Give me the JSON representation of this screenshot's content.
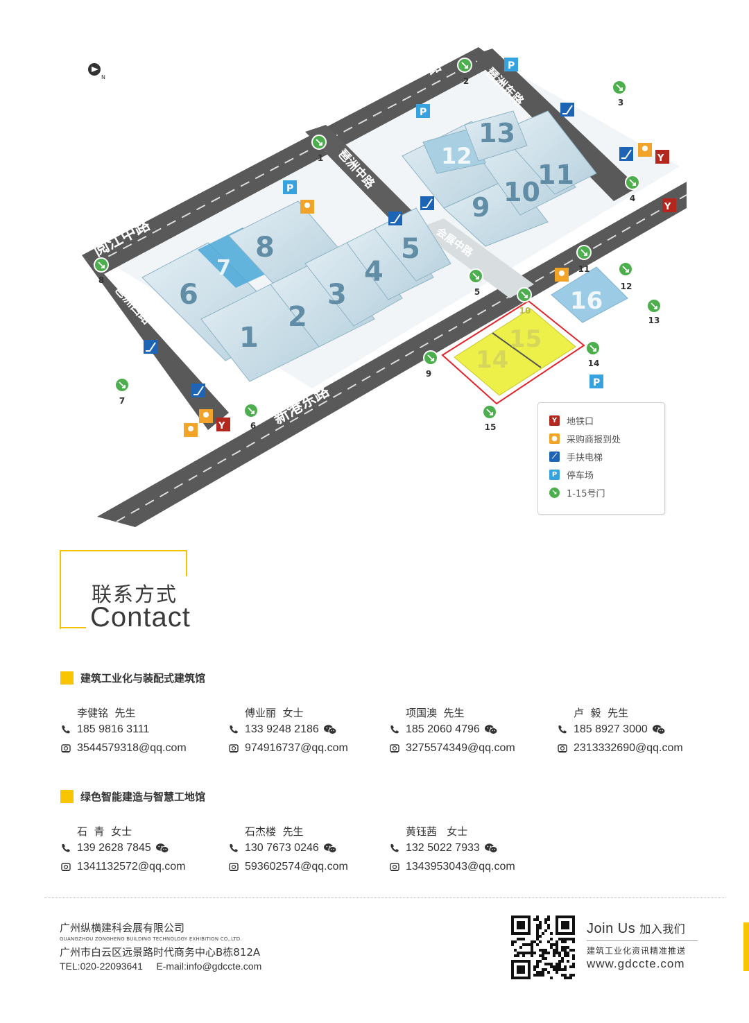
{
  "map": {
    "roads": {
      "north": "阅江中路",
      "south": "新港东路",
      "east": "琶洲东路",
      "middle": "琶洲中路",
      "west": "琶洲西路",
      "center": "会展中路"
    },
    "halls": [
      "1",
      "2",
      "3",
      "4",
      "5",
      "6",
      "7",
      "8",
      "9",
      "10",
      "11",
      "12",
      "13",
      "14",
      "15",
      "16"
    ],
    "highlighted_halls": [
      "14",
      "15"
    ],
    "gates": [
      "1",
      "2",
      "3",
      "4",
      "5",
      "6",
      "7",
      "8",
      "9",
      "10",
      "11",
      "12",
      "13",
      "14",
      "15"
    ],
    "legend": [
      {
        "icon": "metro-icon",
        "label": "地铁口",
        "color": "#b3271e"
      },
      {
        "icon": "registration-icon",
        "label": "采购商报到处",
        "color": "#f2a42a"
      },
      {
        "icon": "escalator-icon",
        "label": "手扶电梯",
        "color": "#1d64b5"
      },
      {
        "icon": "parking-icon",
        "label": "停车场",
        "color": "#36a2e0"
      },
      {
        "icon": "gate-icon",
        "label": "1-15号门",
        "color": "#4cae4c"
      }
    ],
    "colors": {
      "road": "#555555",
      "hall": "#c6dde8",
      "highlight": "#eef04a",
      "highlight_border": "#e0242a"
    }
  },
  "contact": {
    "title_zh": "联系方式",
    "title_en": "Contact",
    "sections": [
      {
        "title": "建筑工业化与装配式建筑馆",
        "people": [
          {
            "name": "李健铭  先生",
            "phone": "185 9816 3111",
            "wechat": false,
            "email": "3544579318@qq.com"
          },
          {
            "name": "傅业丽  女士",
            "phone": "133 9248 2186",
            "wechat": true,
            "email": "974916737@qq.com"
          },
          {
            "name": "项国澳  先生",
            "phone": "185 2060 4796",
            "wechat": true,
            "email": "3275574349@qq.com"
          },
          {
            "name": "卢  毅  先生",
            "phone": "185 8927 3000",
            "wechat": true,
            "email": "2313332690@qq.com"
          }
        ]
      },
      {
        "title": "绿色智能建造与智慧工地馆",
        "people": [
          {
            "name": "石  青  女士",
            "phone": "139 2628 7845",
            "wechat": true,
            "email": "1341132572@qq.com"
          },
          {
            "name": "石杰楼  先生",
            "phone": "130 7673 0246",
            "wechat": true,
            "email": "593602574@qq.com"
          },
          {
            "name": "黄钰茜   女士",
            "phone": "132 5022 7933",
            "wechat": true,
            "email": "1343953043@qq.com"
          }
        ]
      }
    ]
  },
  "footer": {
    "company_zh": "广州纵横建科会展有限公司",
    "company_en": "GUANGZHOU ZONGHENG BUILDING TECHNOLOGY EXHIBITION CO.,LTD.",
    "address": "广州市白云区远景路时代商务中心B栋812A",
    "tel": "TEL:020-22093641     E-mail:info@gdccte.com",
    "join_en": "Join Us",
    "join_zh": "加入我们",
    "tagline": "建筑工业化资讯精准推送",
    "url": "www.gdccte.com",
    "accent": "#f7c600"
  }
}
